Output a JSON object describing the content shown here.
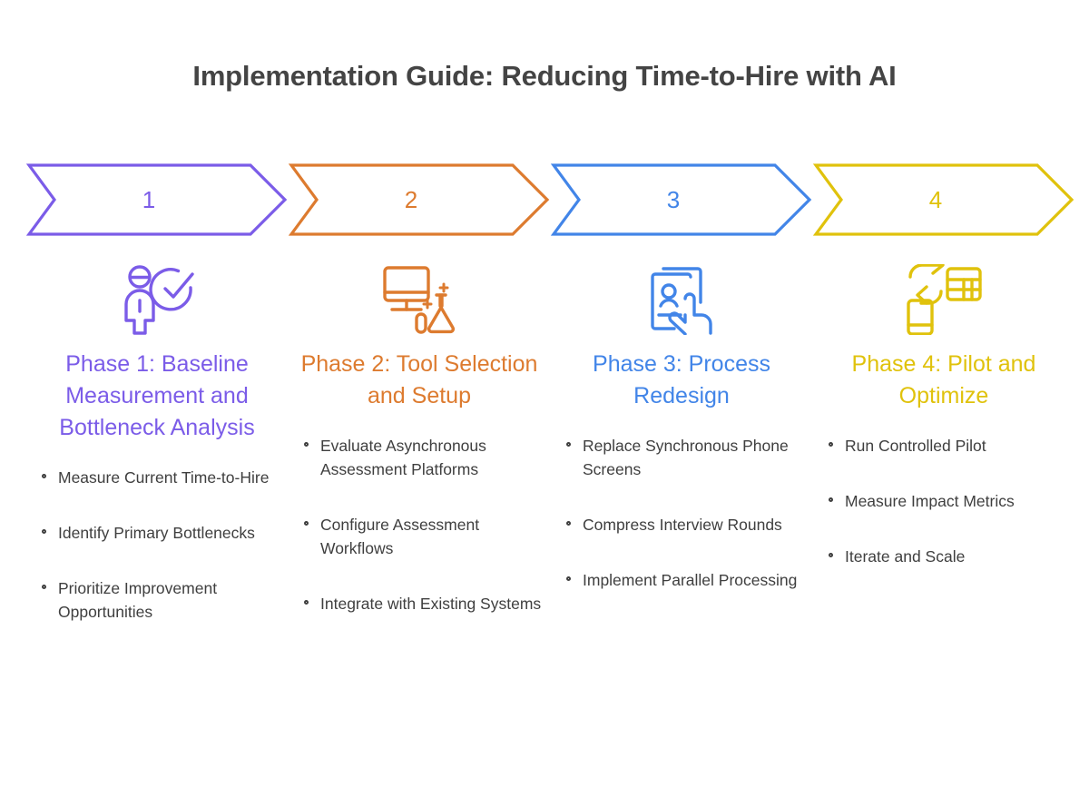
{
  "page": {
    "title": "Implementation Guide: Reducing Time-to-Hire with AI",
    "background": "#ffffff",
    "title_color": "#444444",
    "body_text_color": "#3f3f3f"
  },
  "phases": [
    {
      "number": "1",
      "color": "#7B5CE8",
      "icon": "person-check-icon",
      "heading": "Phase 1: Baseline Measurement and Bottleneck Analysis",
      "bullets": [
        "Measure Current Time-to-Hire",
        "Identify Primary Bottlenecks",
        "Prioritize Improvement Opportunities"
      ]
    },
    {
      "number": "2",
      "color": "#DD7B2F",
      "icon": "monitor-flask-icon",
      "heading": "Phase 2: Tool Selection and Setup",
      "bullets": [
        "Evaluate Asynchronous Assessment Platforms",
        "Configure Assessment Workflows",
        "Integrate with Existing Systems"
      ]
    },
    {
      "number": "3",
      "color": "#4285E8",
      "icon": "id-card-hand-icon",
      "heading": "Phase 3: Process Redesign",
      "bullets": [
        "Replace Synchronous Phone Screens",
        "Compress Interview Rounds",
        "Implement Parallel Processing"
      ]
    },
    {
      "number": "4",
      "color": "#E0C20C",
      "icon": "swap-table-phone-icon",
      "heading": "Phase 4: Pilot and Optimize",
      "bullets": [
        "Run Controlled Pilot",
        "Measure Impact Metrics",
        "Iterate and Scale"
      ]
    }
  ]
}
